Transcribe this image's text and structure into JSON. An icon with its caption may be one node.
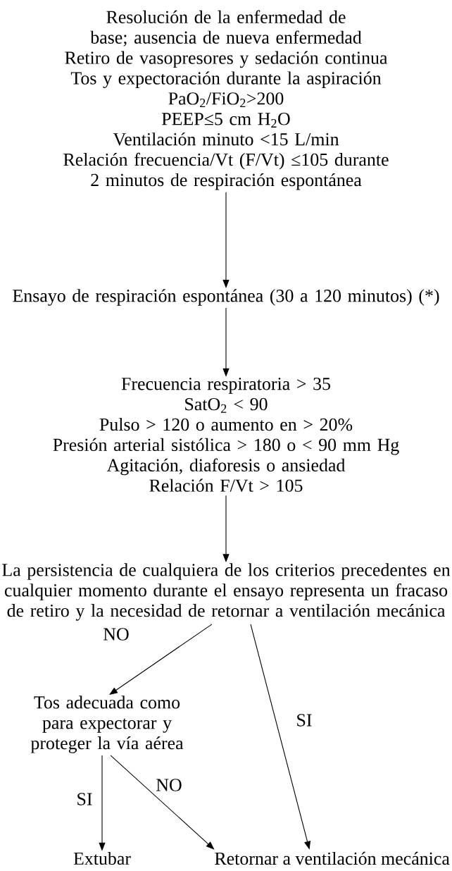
{
  "diagram": {
    "nodes": [
      {
        "text": [
          "Resolución de la enfermedad de base; ausencia de nueva enfermedad",
          "Retiro de vasopresores y sedación continua",
          "Tos y expectoración durante la aspiración",
          "PaO$_{2}$/FiO$_{2}$>200",
          "PEEP≤5 cm H$_{2}$O",
          "Ventilación minuto <15 L/min",
          "Relación frecuencia/Vt (F/Vt) ≤105 durante 2 minutos de respiración espontánea"
        ]
      },
      {
        "text": [
          "Ensayo de respiración espontánea (30 a 120 minutos) (*)"
        ]
      },
      {
        "text": [
          "Frecuencia respiratoria > 35",
          "SatO$_{2}$ < 90",
          "Pulso > 120 o aumento en > 20%",
          "Presión arterial sistólica > 180 o < 90 mm Hg",
          "Agitación, diaforesis o ansiedad",
          "Relación F/Vt > 105"
        ]
      },
      {
        "text": [
          "La persistencia de cualquiera de los criterios precedentes en cualquier momento durante el ensayo representa un fracaso de retiro y la necesidad de retornar a ventilación mecánica"
        ]
      },
      {
        "text": [
          "Tos adecuada como para expectorar y proteger la vía aérea"
        ]
      },
      {
        "text": [
          "Extubar"
        ]
      },
      {
        "text": [
          "Retornar a ventilación mecánica"
        ]
      }
    ],
    "edges": [
      {
        "from": 0,
        "to": 1,
        "arrow": "to"
      },
      {
        "from": 1,
        "to": 2,
        "arrow": "to"
      },
      {
        "from": 2,
        "to": 3,
        "arrow": "to"
      },
      {
        "from": 3,
        "to": 4,
        "arrow": "to",
        "label": "NO"
      },
      {
        "from": 3,
        "to": 6,
        "arrow": "to",
        "label": "SI"
      },
      {
        "from": 4,
        "to": 5,
        "arrow": "to",
        "label": "SI"
      },
      {
        "from": 4,
        "to": 6,
        "arrow": "to",
        "label": "NO"
      }
    ]
  }
}
